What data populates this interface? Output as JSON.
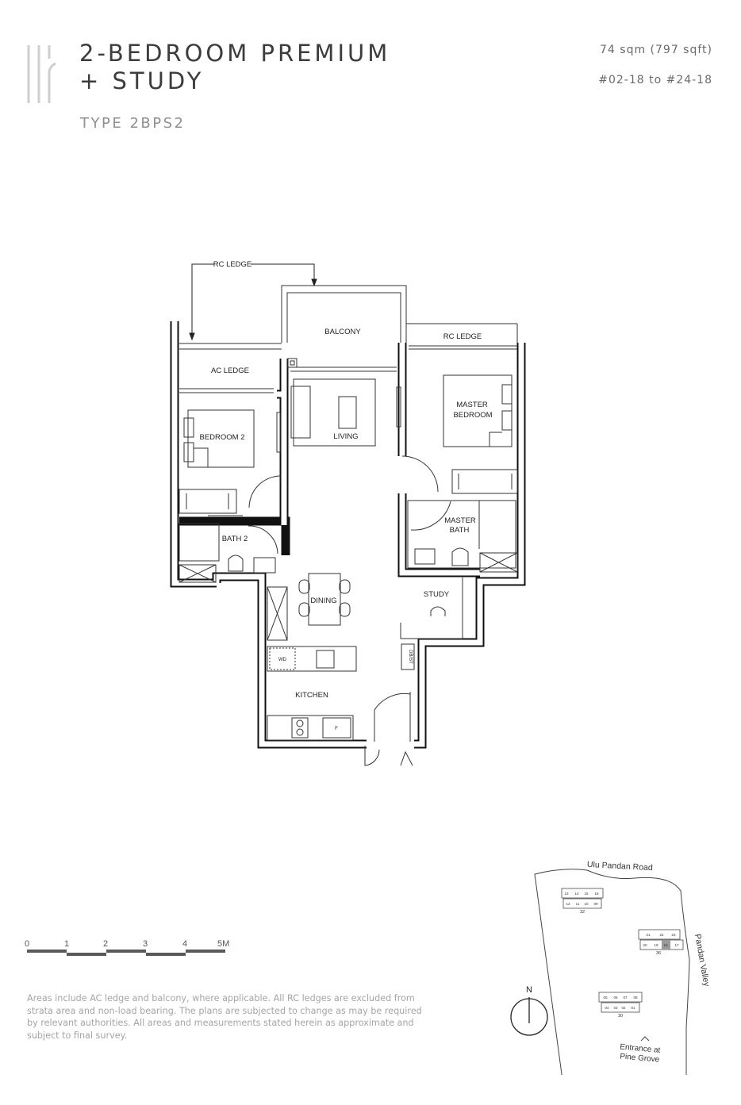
{
  "header": {
    "title_line1": "2-BEDROOM PREMIUM",
    "title_line2": "+ STUDY",
    "unit_type": "TYPE 2BPS2",
    "area": "74 sqm (797 sqft)",
    "unit_range": "#02-18 to #24-18"
  },
  "floor_plan": {
    "rooms": {
      "rc_ledge_top": "RC LEDGE",
      "balcony": "BALCONY",
      "rc_ledge_right": "RC LEDGE",
      "ac_ledge": "AC LEDGE",
      "living": "LIVING",
      "bedroom2": "BEDROOM 2",
      "master_bedroom_1": "MASTER",
      "master_bedroom_2": "BEDROOM",
      "bath2": "BATH 2",
      "master_bath_1": "MASTER",
      "master_bath_2": "BATH",
      "study": "STUDY",
      "dining": "DINING",
      "kitchen": "KITCHEN",
      "wd": "WD",
      "db_st": "DB/ST",
      "fridge": "F"
    }
  },
  "scale_bar": {
    "ticks": [
      "0",
      "1",
      "2",
      "3",
      "4",
      "5M"
    ]
  },
  "disclaimer": "Areas include AC ledge and balcony, where applicable. All RC ledges are excluded from strata area and non-load bearing. The plans are subjected to change as may be required by relevant authorities. All areas and measurements stated herein as approximate and subject to final survey.",
  "site_map": {
    "road_top": "Ulu Pandan Road",
    "road_right": "Pandan Valley",
    "entrance_1": "Entrance at",
    "entrance_2": "Pine Grove",
    "compass": "N",
    "highlight_color": "#9a9a9a",
    "blocks": [
      {
        "number": "32",
        "top_units": [
          "13",
          "14",
          "15",
          "16"
        ],
        "bottom_units": [
          "12",
          "11",
          "10",
          "09"
        ]
      },
      {
        "number": "36",
        "top_units": [
          "21",
          "22",
          "23"
        ],
        "bottom_units": [
          "20",
          "19",
          "18",
          "17"
        ],
        "highlighted_unit": "18"
      },
      {
        "number": "30",
        "top_units": [
          "05",
          "06",
          "07",
          "08"
        ],
        "bottom_units": [
          "04",
          "03",
          "02",
          "01"
        ]
      }
    ]
  }
}
